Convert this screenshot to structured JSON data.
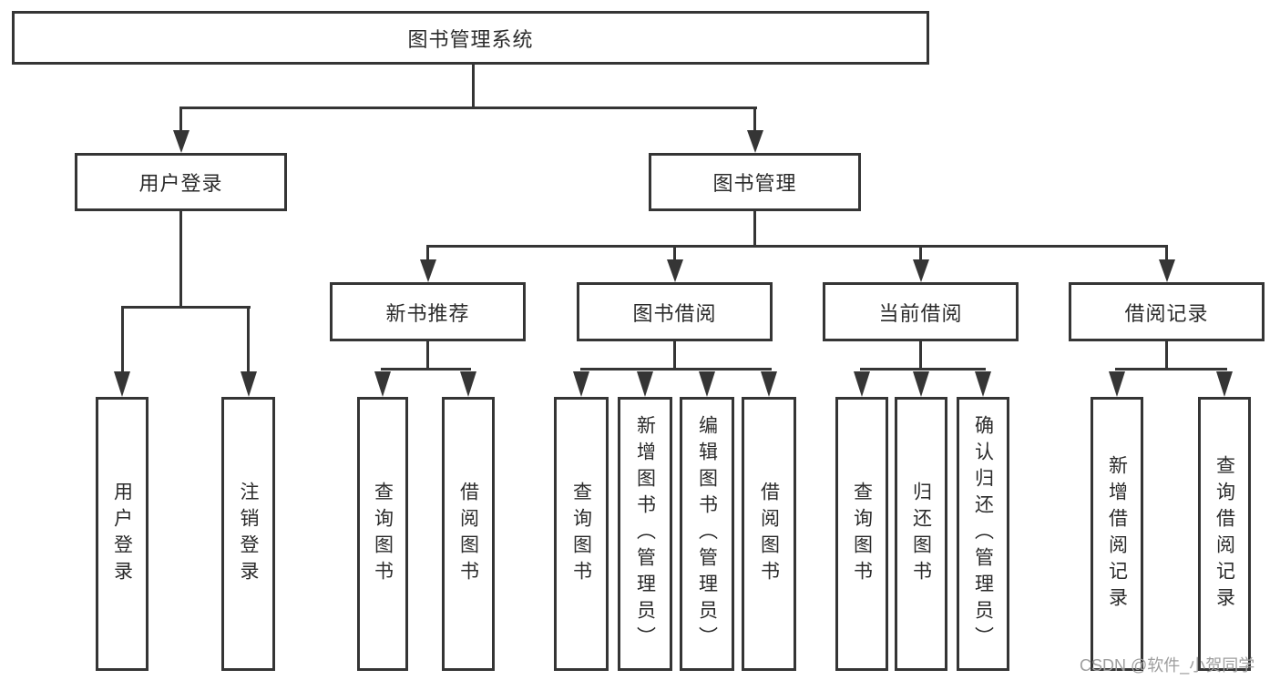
{
  "diagram": {
    "nodes": {
      "root": "图书管理系统",
      "user_login": "用户登录",
      "book_mgmt": "图书管理",
      "new_book_rec": "新书推荐",
      "book_borrow": "图书借阅",
      "current_borrow": "当前借阅",
      "borrow_record": "借阅记录",
      "leaf_user_login": "用户登录",
      "leaf_logout": "注销登录",
      "leaf_nb_query": "查询图书",
      "leaf_nb_borrow": "借阅图书",
      "leaf_bb_query": "查询图书",
      "leaf_bb_add": "新增图书（管理员）",
      "leaf_bb_edit": "编辑图书（管理员）",
      "leaf_bb_borrow": "借阅图书",
      "leaf_cb_query": "查询图书",
      "leaf_cb_return": "归还图书",
      "leaf_cb_confirm": "确认归还（管理员）",
      "leaf_br_add": "新增借阅记录",
      "leaf_br_query": "查询借阅记录"
    },
    "line_color": "#353535"
  },
  "watermark": "CSDN @软件_小贺同学"
}
